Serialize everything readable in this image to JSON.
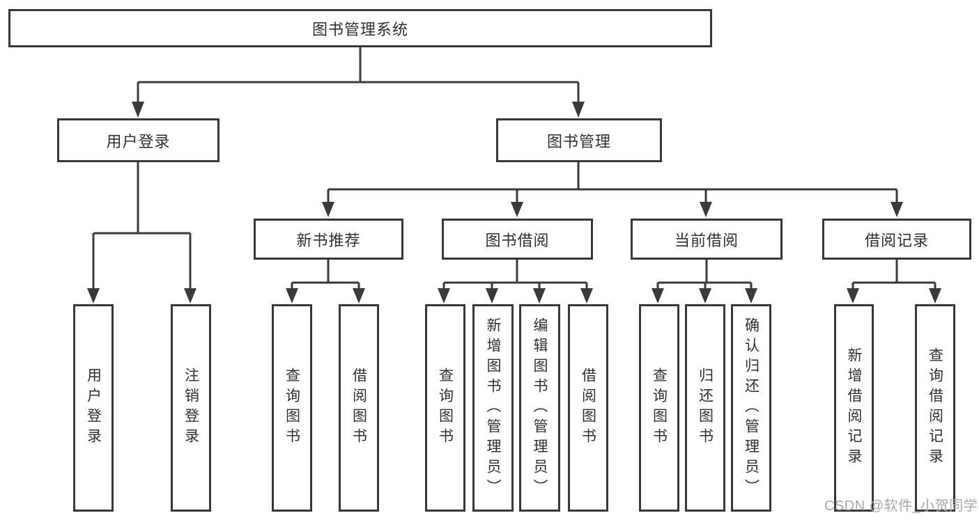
{
  "nodes": {
    "root": "图书管理系统",
    "level2": [
      "用户登录",
      "图书管理"
    ],
    "level3": [
      "新书推荐",
      "图书借阅",
      "当前借阅",
      "借阅记录"
    ],
    "leaves": {
      "user_login": [
        "用户登录",
        "注销登录"
      ],
      "new_book_recommend": [
        "查询图书",
        "借阅图书"
      ],
      "book_borrow": [
        "查询图书",
        "新增图书（管理员）",
        "编辑图书（管理员）",
        "借阅图书"
      ],
      "current_borrow": [
        "查询图书",
        "归还图书",
        "确认归还（管理员）"
      ],
      "borrow_records": [
        "新增借阅记录",
        "查询借阅记录"
      ]
    }
  },
  "watermark": "CSDN @软件_小贺同学",
  "colors": {
    "line": "#3a3a3a",
    "box_border": "#383838",
    "text": "#303030",
    "watermark": "#a8a8a8",
    "background": "#ffffff"
  }
}
